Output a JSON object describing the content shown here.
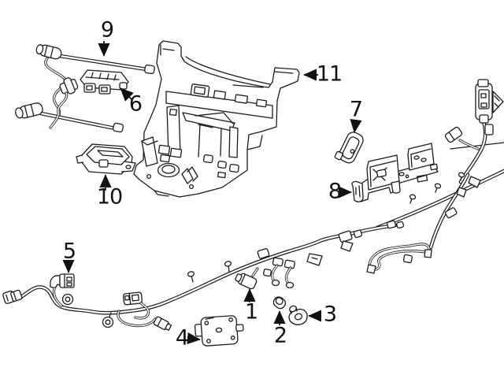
{
  "diagram": {
    "background_color": "#ffffff",
    "line_color": "#1b1b1b",
    "callouts": [
      {
        "number": "1"
      },
      {
        "number": "2"
      },
      {
        "number": "3"
      },
      {
        "number": "4"
      },
      {
        "number": "5"
      },
      {
        "number": "6"
      },
      {
        "number": "7"
      },
      {
        "number": "8"
      },
      {
        "number": "9"
      },
      {
        "number": "10"
      },
      {
        "number": "11"
      }
    ]
  }
}
